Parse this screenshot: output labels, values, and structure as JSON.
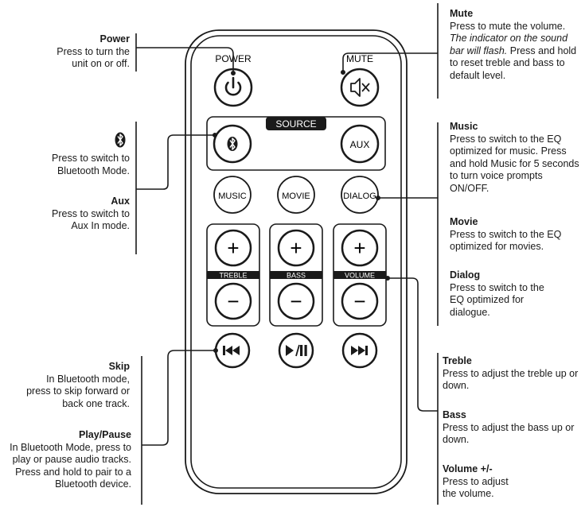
{
  "remote": {
    "power_label": "POWER",
    "mute_label": "MUTE",
    "source_label": "SOURCE",
    "aux_button": "AUX",
    "music_button": "MUSIC",
    "movie_button": "MOVIE",
    "dialog_button": "DIALOG",
    "treble_label": "TREBLE",
    "bass_label": "BASS",
    "volume_label": "VOLUME",
    "plus": "+",
    "minus": "−"
  },
  "annotations": {
    "power": {
      "title": "Power",
      "desc": "Press to turn the unit on or off."
    },
    "bluetooth": {
      "icon": "bluetooth-icon",
      "desc": "Press to switch to Bluetooth Mode."
    },
    "aux": {
      "title": "Aux",
      "desc": "Press to switch to Aux In mode."
    },
    "skip": {
      "title": "Skip",
      "desc": "In Bluetooth mode, press to skip forward or back one track."
    },
    "play_pause": {
      "title": "Play/Pause",
      "desc": "In Bluetooth Mode, press to play or pause audio tracks. Press and hold to pair to a Bluetooth device."
    },
    "mute": {
      "title": "Mute",
      "desc_1": "Press to mute the volume.",
      "desc_italic": "The indicator on the sound bar will flash.",
      "desc_2": "Press and hold to reset treble and bass to default level."
    },
    "music": {
      "title": "Music",
      "desc": "Press to switch to the EQ optimized for music. Press and hold Music for 5 seconds to turn voice prompts ON/OFF."
    },
    "movie": {
      "title": "Movie",
      "desc": "Press to switch to the EQ optimized for movies."
    },
    "dialog": {
      "title": "Dialog",
      "desc": "Press to switch to the EQ optimized for dialogue."
    },
    "treble": {
      "title": "Treble",
      "desc": "Press to adjust the treble up or down."
    },
    "bass": {
      "title": "Bass",
      "desc": "Press to adjust the bass up or down."
    },
    "volume": {
      "title": "Volume +/-",
      "desc": "Press to adjust the volume."
    }
  }
}
